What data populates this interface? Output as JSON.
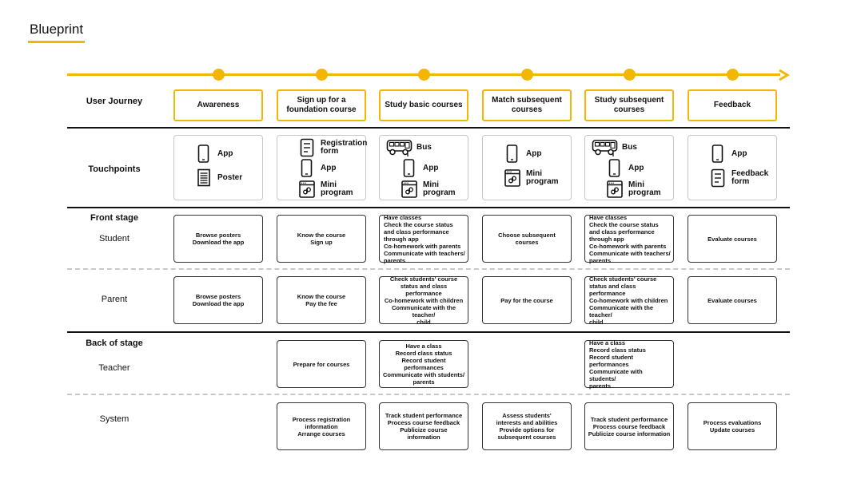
{
  "page_title": "Blueprint",
  "rows": {
    "user_journey": "User Journey",
    "touchpoints": "Touchpoints",
    "front_stage": "Front stage",
    "student": "Student",
    "parent": "Parent",
    "back_stage": "Back of stage",
    "teacher": "Teacher",
    "system": "System"
  },
  "stages": [
    "Awareness",
    "Sign up for a foundation course",
    "Study basic courses",
    "Match subsequent courses",
    "Study subsequent courses",
    "Feedback"
  ],
  "touchpoints": [
    [
      {
        "icon": "phone-icon",
        "label": "App"
      },
      {
        "icon": "poster-icon",
        "label": "Poster"
      }
    ],
    [
      {
        "icon": "form-icon",
        "label": "Registration\nform"
      },
      {
        "icon": "phone-icon",
        "label": "App"
      },
      {
        "icon": "mini-program-icon",
        "label": "Mini\nprogram"
      }
    ],
    [
      {
        "icon": "bus-icon",
        "label": "Bus"
      },
      {
        "icon": "phone-icon",
        "label": "App"
      },
      {
        "icon": "mini-program-icon",
        "label": "Mini\nprogram"
      }
    ],
    [
      {
        "icon": "phone-icon",
        "label": "App"
      },
      {
        "icon": "mini-program-icon",
        "label": "Mini\nprogram"
      }
    ],
    [
      {
        "icon": "bus-icon",
        "label": "Bus"
      },
      {
        "icon": "phone-icon",
        "label": "App"
      },
      {
        "icon": "mini-program-icon",
        "label": "Mini\nprogram"
      }
    ],
    [
      {
        "icon": "phone-icon",
        "label": "App"
      },
      {
        "icon": "form-icon",
        "label": "Feedback\nform"
      }
    ]
  ],
  "student": [
    "Browse posters\nDownload the app",
    "Know the course\nSign up",
    "Have classes\nCheck the course status and class performance through app\nCo-homework with parents\nCommunicate with teachers/\nparents",
    "Choose subsequent\ncourses",
    "Have classes\nCheck the course status and class performance through app\nCo-homework with parents\nCommunicate with teachers/\nparents",
    "Evaluate courses"
  ],
  "parent": [
    "Browse posters\nDownload the app",
    "Know the course\nPay the fee",
    "Check students' course status and class performance\nCo-homework with children\nCommunicate with the teacher/\nchild",
    "Pay for the course",
    "Check students' course status and class performance\nCo-homework with children\nCommunicate with the teacher/\nchild",
    "Evaluate courses"
  ],
  "teacher": [
    null,
    "Prepare  for courses",
    "Have a class\nRecord class status\nRecord student performances\nCommunicate with students/\nparents",
    null,
    "Have a class\nRecord class status\nRecord student performances\nCommunicate with students/\nparents",
    null
  ],
  "system": [
    null,
    "Process registration\ninformation\nArrange courses",
    "Track student performance\nProcess course feedback\nPublicize course\ninformation",
    "Assess students'\ninterests and abilities\nProvide options for\nsubsequent courses",
    "Track student performance\nProcess course feedback\nPublicize course information",
    "Process evaluations\nUpdate courses"
  ],
  "colors": {
    "accent": "#f2b705",
    "line": "#111111",
    "dashed": "#c8c8c8",
    "touchpoint_border": "#c6c6c6"
  }
}
